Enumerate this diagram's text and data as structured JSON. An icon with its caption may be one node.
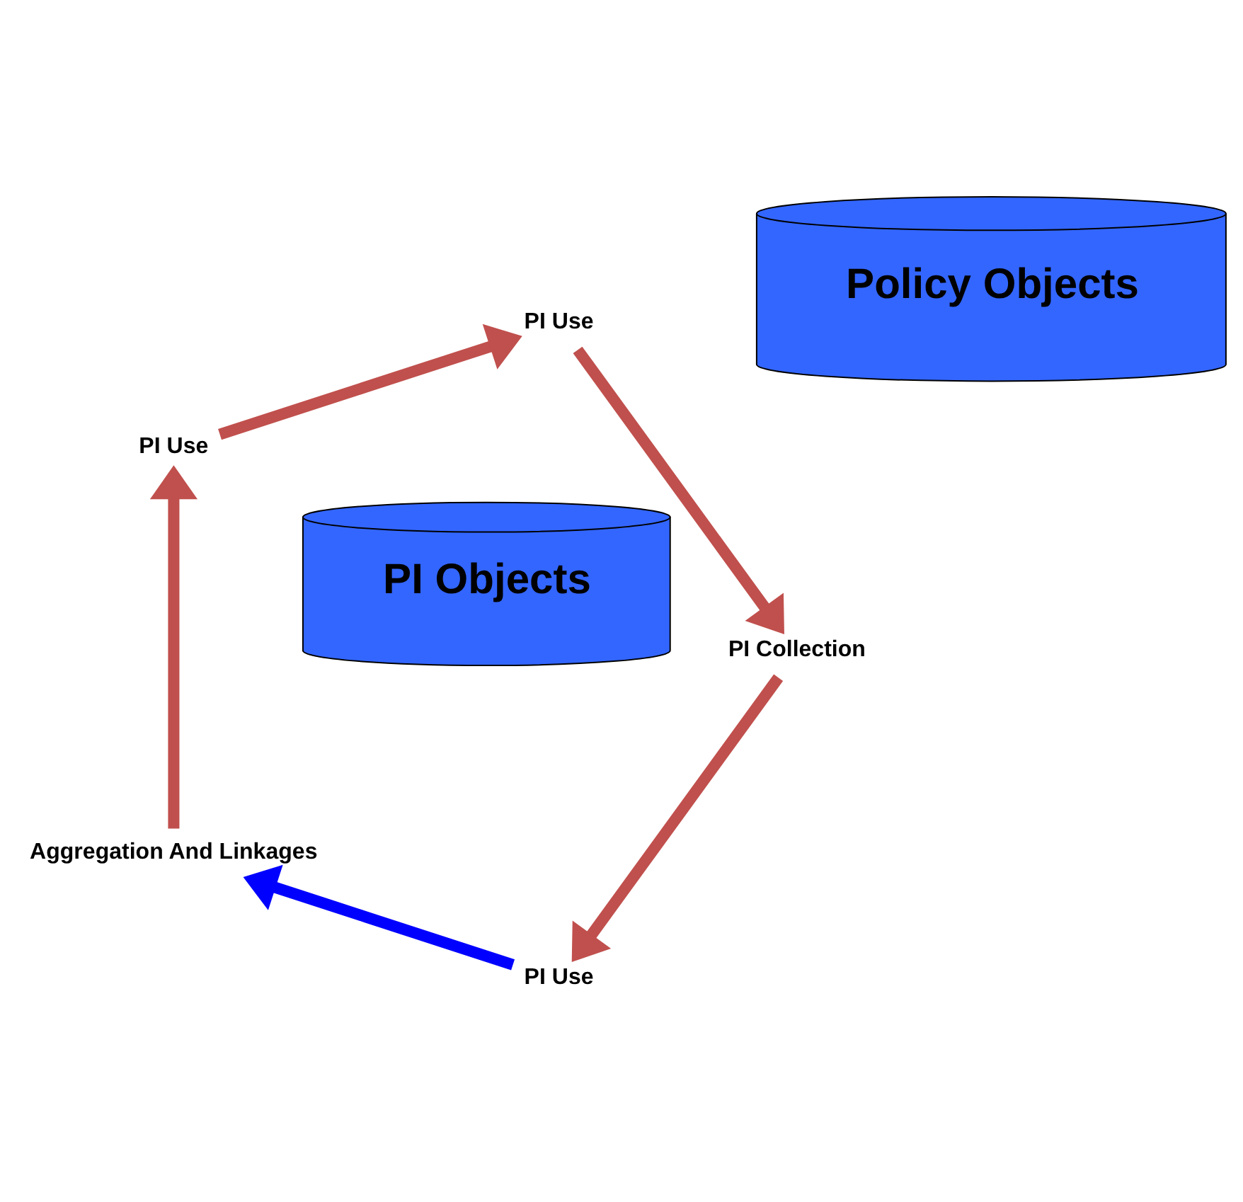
{
  "diagram": {
    "nodes": [
      {
        "text": [
          "PI Use"
        ]
      },
      {
        "text": [
          "Aggregation And Linkages"
        ]
      },
      {
        "text": [
          "PI Objects"
        ]
      },
      {
        "text": [
          "PI Collection"
        ]
      },
      {
        "text": [
          "Policy Objects"
        ]
      },
      {
        "text": [
          "PI Use"
        ]
      },
      {
        "text": [
          "PI Use"
        ]
      }
    ],
    "edges": [
      {
        "from": 0,
        "to": 1,
        "arrow": "to",
        "color": "#0000ff"
      },
      {
        "from": 1,
        "to": 5,
        "arrow": "to"
      },
      {
        "from": 5,
        "to": 6,
        "arrow": "to"
      },
      {
        "from": 6,
        "to": 3,
        "arrow": "to"
      },
      {
        "from": 3,
        "to": 0,
        "arrow": "to"
      }
    ]
  }
}
